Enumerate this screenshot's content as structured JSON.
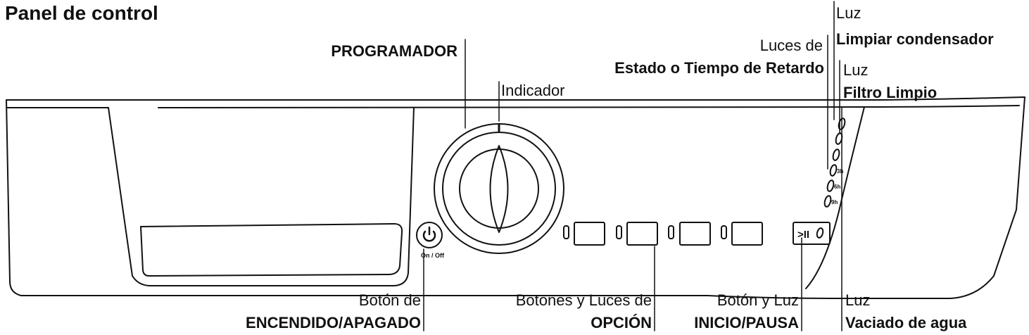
{
  "title": "Panel de control",
  "labels": {
    "programador": "PROGRAMADOR",
    "indicador": "Indicador",
    "luces_estado_1": "Luces de",
    "luces_estado_2": "Estado o Tiempo de Retardo",
    "luz_condensador_1": "Luz",
    "luz_condensador_2": "Limpiar condensador",
    "luz_filtro_1": "Luz",
    "luz_filtro_2": "Filtro Limpio",
    "encendido_1": "Botón de",
    "encendido_2": "ENCENDIDO/APAGADO",
    "opcion_1": "Botones y Luces de",
    "opcion_2": "OPCIÓN",
    "inicio_1": "Botón y Luz",
    "inicio_2": "INICIO/PAUSA",
    "vaciado_1": "Luz",
    "vaciado_2": "Vaciado de agua"
  },
  "panel": {
    "power_caption": "On / Off",
    "start_symbol": ">II",
    "delay_marks": [
      "3h",
      "6h",
      "9h"
    ]
  },
  "colors": {
    "line": "#111111",
    "background": "#ffffff"
  }
}
